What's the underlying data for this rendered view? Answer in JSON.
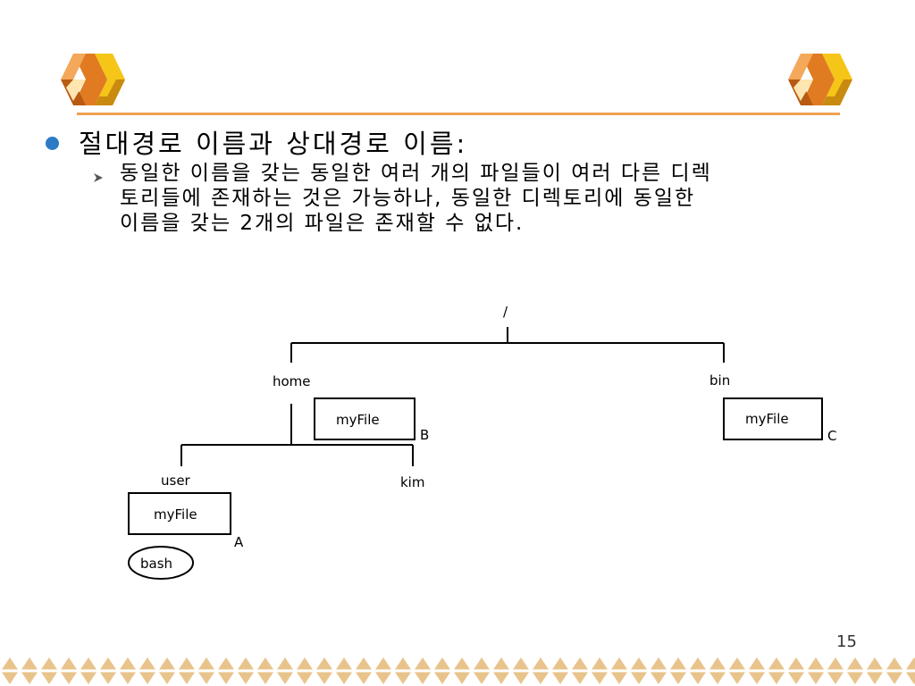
{
  "slide": {
    "heading": "절대경로 이름과 상대경로 이름:",
    "body_lines": [
      "동일한 이름을 갖는 동일한 여러 개의 파일들이 여러 다른 디렉",
      "토리들에 존재하는 것은 가능하나, 동일한 디렉토리에 동일한",
      "이름을 갖는 2개의 파일은 존재할 수 없다."
    ],
    "page_number": "15"
  },
  "diagram": {
    "root": "/",
    "home": "home",
    "bin": "bin",
    "user": "user",
    "kim": "kim",
    "file_home": "myFile",
    "file_bin": "myFile",
    "file_user": "myFile",
    "bash": "bash",
    "label_a": "A",
    "label_b": "B",
    "label_c": "C"
  },
  "colors": {
    "accent_orange": "#e07b22",
    "accent_yellow": "#f5c518",
    "rule": "#f0a050",
    "bullet": "#2d7bc4",
    "footer": "#e8c48c"
  },
  "icons": {
    "logo": "stacked-cubes-logo",
    "bullet": "bullet-dot-icon",
    "sub_bullet": "arrowhead-icon"
  }
}
